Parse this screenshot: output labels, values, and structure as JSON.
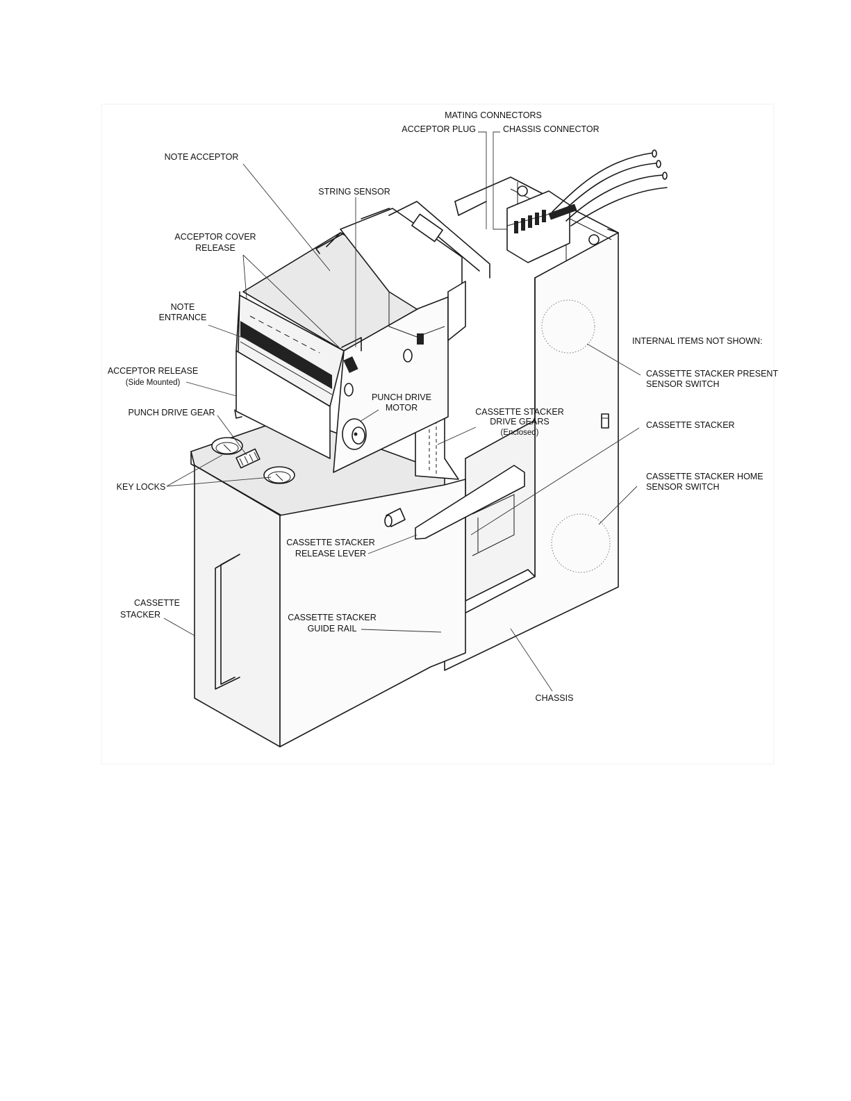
{
  "figure": {
    "labels": {
      "mating_connectors": "MATING CONNECTORS",
      "acceptor_plug": "ACCEPTOR PLUG",
      "chassis_connector": "CHASSIS CONNECTOR",
      "note_acceptor": "NOTE ACCEPTOR",
      "string_sensor": "STRING SENSOR",
      "acceptor_cover_release_1": "ACCEPTOR COVER",
      "acceptor_cover_release_2": "RELEASE",
      "note_entrance_1": "NOTE",
      "note_entrance_2": "ENTRANCE",
      "internal_items": "INTERNAL ITEMS NOT SHOWN:",
      "acceptor_release_1": "ACCEPTOR RELEASE",
      "acceptor_release_2": "(Side Mounted)",
      "cassette_present_1": "CASSETTE STACKER PRESENT",
      "cassette_present_2": "SENSOR SWITCH",
      "punch_drive_motor_1": "PUNCH DRIVE",
      "punch_drive_motor_2": "MOTOR",
      "punch_drive_gear": "PUNCH DRIVE GEAR",
      "drive_gears_1": "CASSETTE STACKER",
      "drive_gears_2": "DRIVE GEARS",
      "drive_gears_3": "(Enclosed)",
      "cassette_stacker_right": "CASSETTE STACKER",
      "key_locks": "KEY LOCKS",
      "home_sensor_1": "CASSETTE STACKER HOME",
      "home_sensor_2": "SENSOR SWITCH",
      "release_lever_1": "CASSETTE STACKER",
      "release_lever_2": "RELEASE LEVER",
      "cassette_stacker_left_1": "CASSETTE",
      "cassette_stacker_left_2": "STACKER",
      "guide_rail_1": "CASSETTE STACKER",
      "guide_rail_2": "GUIDE RAIL",
      "chassis": "CHASSIS"
    }
  }
}
